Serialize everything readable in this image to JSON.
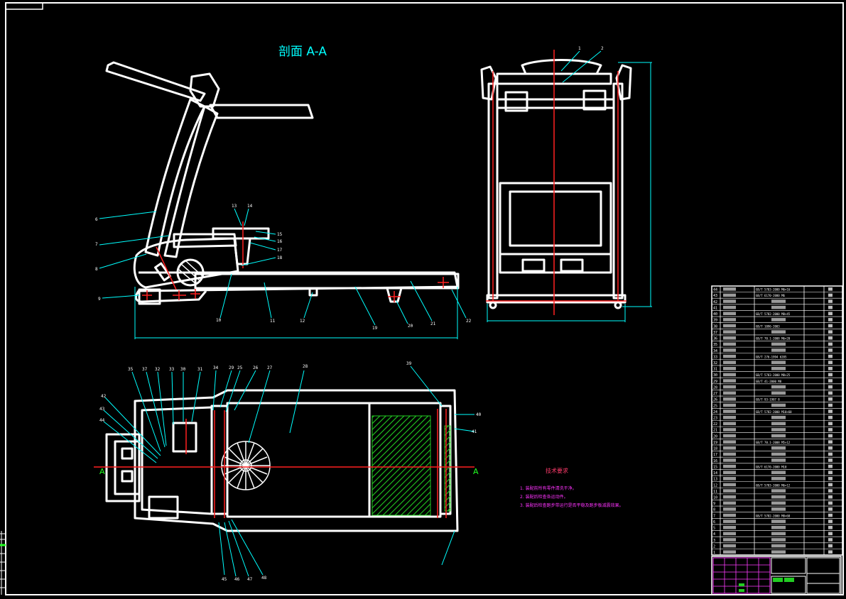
{
  "drawing": {
    "section_title": "剖面 A-A",
    "section_marker": "A",
    "colors": {
      "background": "#000000",
      "outline": "#ffffff",
      "centerline": "#ff2020",
      "leader": "#00ffff",
      "tech_title": "#ff3b6b",
      "tech_text": "#ff33ff",
      "hatch": "#22cc22",
      "frame_gray": "#bfbfbf"
    }
  },
  "side_view": {
    "callouts": [
      "6",
      "7",
      "8",
      "9",
      "10",
      "11",
      "12",
      "13",
      "14",
      "15",
      "16",
      "17",
      "18",
      "19",
      "20",
      "21",
      "22"
    ]
  },
  "top_view": {
    "callouts": [
      "35",
      "37",
      "32",
      "33",
      "30",
      "31",
      "34",
      "29",
      "25",
      "26",
      "27",
      "28",
      "39",
      "40",
      "41",
      "42",
      "43",
      "44",
      "45",
      "46",
      "47",
      "48"
    ]
  },
  "tech_notes": {
    "title": "技术要求",
    "items": [
      "1. 装配前所有零件清洗干净。",
      "2. 装配后检查各运动件。",
      "3. 装配后检查跑步带运行是否平稳及跑步板减震效果。"
    ]
  },
  "parts_list": {
    "rows": [
      {
        "no": "44",
        "spec": "GB/T 5783-2000 M6×16"
      },
      {
        "no": "43",
        "spec": "GB/T 6170-2000 M6"
      },
      {
        "no": "42",
        "spec": ""
      },
      {
        "no": "41",
        "spec": ""
      },
      {
        "no": "40",
        "spec": "GB/T 5782-2000 M8×45"
      },
      {
        "no": "39",
        "spec": ""
      },
      {
        "no": "38",
        "spec": "GB/T 1096-2003"
      },
      {
        "no": "37",
        "spec": ""
      },
      {
        "no": "36",
        "spec": "GB/T 70.1-2008 M6×20"
      },
      {
        "no": "35",
        "spec": ""
      },
      {
        "no": "34",
        "spec": ""
      },
      {
        "no": "33",
        "spec": "GB/T 276-1994 6205"
      },
      {
        "no": "32",
        "spec": ""
      },
      {
        "no": "31",
        "spec": ""
      },
      {
        "no": "30",
        "spec": "GB/T 5783-2000 M8×25"
      },
      {
        "no": "29",
        "spec": "GB/T 41-2000 M8"
      },
      {
        "no": "28",
        "spec": ""
      },
      {
        "no": "27",
        "spec": ""
      },
      {
        "no": "26",
        "spec": "GB/T 93-1987 8"
      },
      {
        "no": "25",
        "spec": ""
      },
      {
        "no": "24",
        "spec": "GB/T 5782-2000 M10×60"
      },
      {
        "no": "23",
        "spec": ""
      },
      {
        "no": "22",
        "spec": ""
      },
      {
        "no": "21",
        "spec": ""
      },
      {
        "no": "20",
        "spec": ""
      },
      {
        "no": "19",
        "spec": "GB/T 70.1-2008 M5×12"
      },
      {
        "no": "18",
        "spec": ""
      },
      {
        "no": "17",
        "spec": ""
      },
      {
        "no": "16",
        "spec": ""
      },
      {
        "no": "15",
        "spec": "GB/T 6170-2000 M10"
      },
      {
        "no": "14",
        "spec": ""
      },
      {
        "no": "13",
        "spec": ""
      },
      {
        "no": "12",
        "spec": "GB/T 5783-2000 M6×12"
      },
      {
        "no": "11",
        "spec": ""
      },
      {
        "no": "10",
        "spec": ""
      },
      {
        "no": "9",
        "spec": ""
      },
      {
        "no": "8",
        "spec": ""
      },
      {
        "no": "7",
        "spec": "GB/T 5782-2000 M8×60"
      },
      {
        "no": "6",
        "spec": ""
      },
      {
        "no": "5",
        "spec": ""
      },
      {
        "no": "4",
        "spec": ""
      },
      {
        "no": "3",
        "spec": ""
      },
      {
        "no": "2",
        "spec": ""
      },
      {
        "no": "1",
        "spec": ""
      }
    ]
  }
}
